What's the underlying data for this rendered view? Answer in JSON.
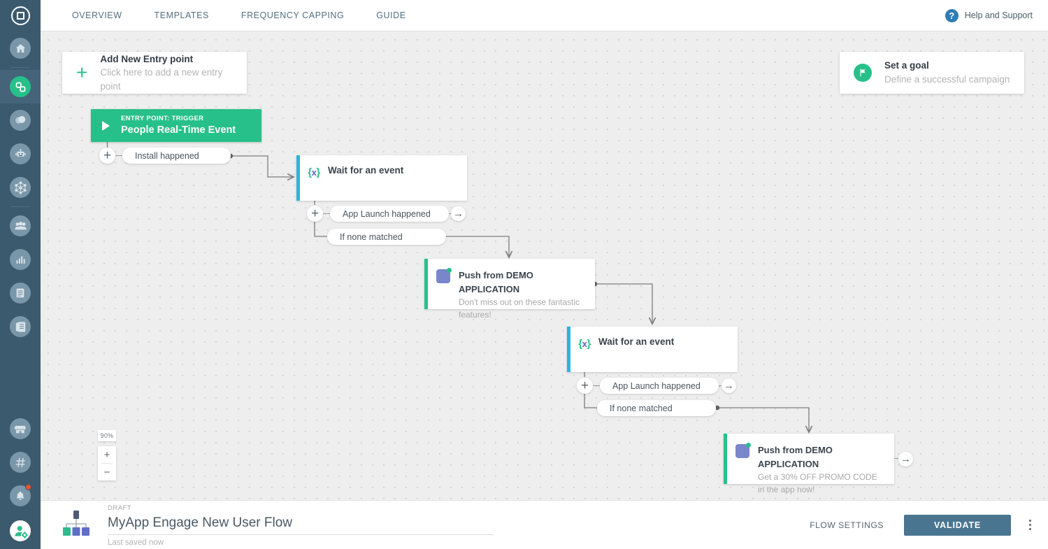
{
  "topbar": {
    "logo_icon": "target-logo-icon",
    "nav": [
      {
        "label": "OVERVIEW",
        "name": "overview"
      },
      {
        "label": "TEMPLATES",
        "name": "templates"
      },
      {
        "label": "FREQUENCY CAPPING",
        "name": "frequency-capping"
      },
      {
        "label": "GUIDE",
        "name": "guide"
      }
    ],
    "help": {
      "label": "Help and Support",
      "icon": "help-circle-icon",
      "color": "#2d7cb5"
    }
  },
  "sidebar": {
    "items": [
      {
        "name": "home",
        "icon": "home-icon",
        "active": false
      },
      {
        "name": "journeys",
        "icon": "journeys-icon",
        "active": true
      },
      {
        "name": "messages",
        "icon": "chat-bubble-icon",
        "active": false
      },
      {
        "name": "bots",
        "icon": "robot-icon",
        "active": false
      },
      {
        "name": "data-model",
        "icon": "network-nodes-icon",
        "active": false
      },
      {
        "name": "audience",
        "icon": "people-icon",
        "active": false
      },
      {
        "name": "analytics",
        "icon": "bar-chart-icon",
        "active": false
      },
      {
        "name": "reports",
        "icon": "document-icon",
        "active": false
      },
      {
        "name": "library",
        "icon": "documents-stack-icon",
        "active": false
      },
      {
        "name": "marketplace",
        "icon": "store-icon",
        "active": false
      },
      {
        "name": "channels",
        "icon": "hash-icon",
        "active": false
      },
      {
        "name": "notifications",
        "icon": "bell-icon",
        "active": false,
        "badge": true
      },
      {
        "name": "account-settings",
        "icon": "user-gear-icon",
        "active": false
      }
    ]
  },
  "canvas": {
    "zoom": {
      "level": "90%",
      "zoom_in_label": "+",
      "zoom_out_label": "−"
    },
    "add_entry": {
      "title": "Add New Entry point",
      "subtitle": "Click here to add a new entry point",
      "icon": "plus-icon"
    },
    "set_goal": {
      "title": "Set a goal",
      "subtitle": "Define a successful campaign",
      "icon": "flag-icon",
      "color": "#27c08a"
    },
    "nodes": [
      {
        "type": "entry-point",
        "name": "entry-point-node",
        "kicker": "ENTRY POINT: TRIGGER",
        "title": "People Real-Time Event",
        "icon": "play-icon",
        "color": "#27c08a"
      },
      {
        "type": "wait",
        "name": "wait-for-event-node-1",
        "title": "Wait for an event",
        "icon": "expression-braces-icon",
        "accent": "#29b6e0"
      },
      {
        "type": "push",
        "name": "push-node-1",
        "title": "Push from DEMO APPLICATION",
        "subtitle": "Don't miss out on these fantastic features!",
        "icon": "push-app-icon",
        "accent": "#27c08a"
      },
      {
        "type": "wait",
        "name": "wait-for-event-node-2",
        "title": "Wait for an event",
        "icon": "expression-braces-icon",
        "accent": "#29b6e0"
      },
      {
        "type": "push",
        "name": "push-node-2",
        "title": "Push from DEMO APPLICATION",
        "subtitle": "Get a 30% OFF PROMO CODE in the app now!",
        "icon": "push-app-icon",
        "accent": "#27c08a"
      }
    ],
    "branches": [
      {
        "name": "branch-install-happened",
        "label": "Install happened"
      },
      {
        "name": "branch-app-launch-happened-1",
        "label": "App Launch happened"
      },
      {
        "name": "branch-if-none-matched-1",
        "label": "If none matched"
      },
      {
        "name": "branch-app-launch-happened-2",
        "label": "App Launch happened"
      },
      {
        "name": "branch-if-none-matched-2",
        "label": "If none matched"
      }
    ],
    "knob_plus": "+",
    "knob_arrow": "→"
  },
  "bottombar": {
    "status": "DRAFT",
    "flow_name": "MyApp Engage New User Flow",
    "saved_text": "Last saved now",
    "flow_settings_label": "FLOW SETTINGS",
    "validate_label": "VALIDATE",
    "more_icon": "kebab-menu-icon",
    "validate_color": "#4a7590"
  }
}
